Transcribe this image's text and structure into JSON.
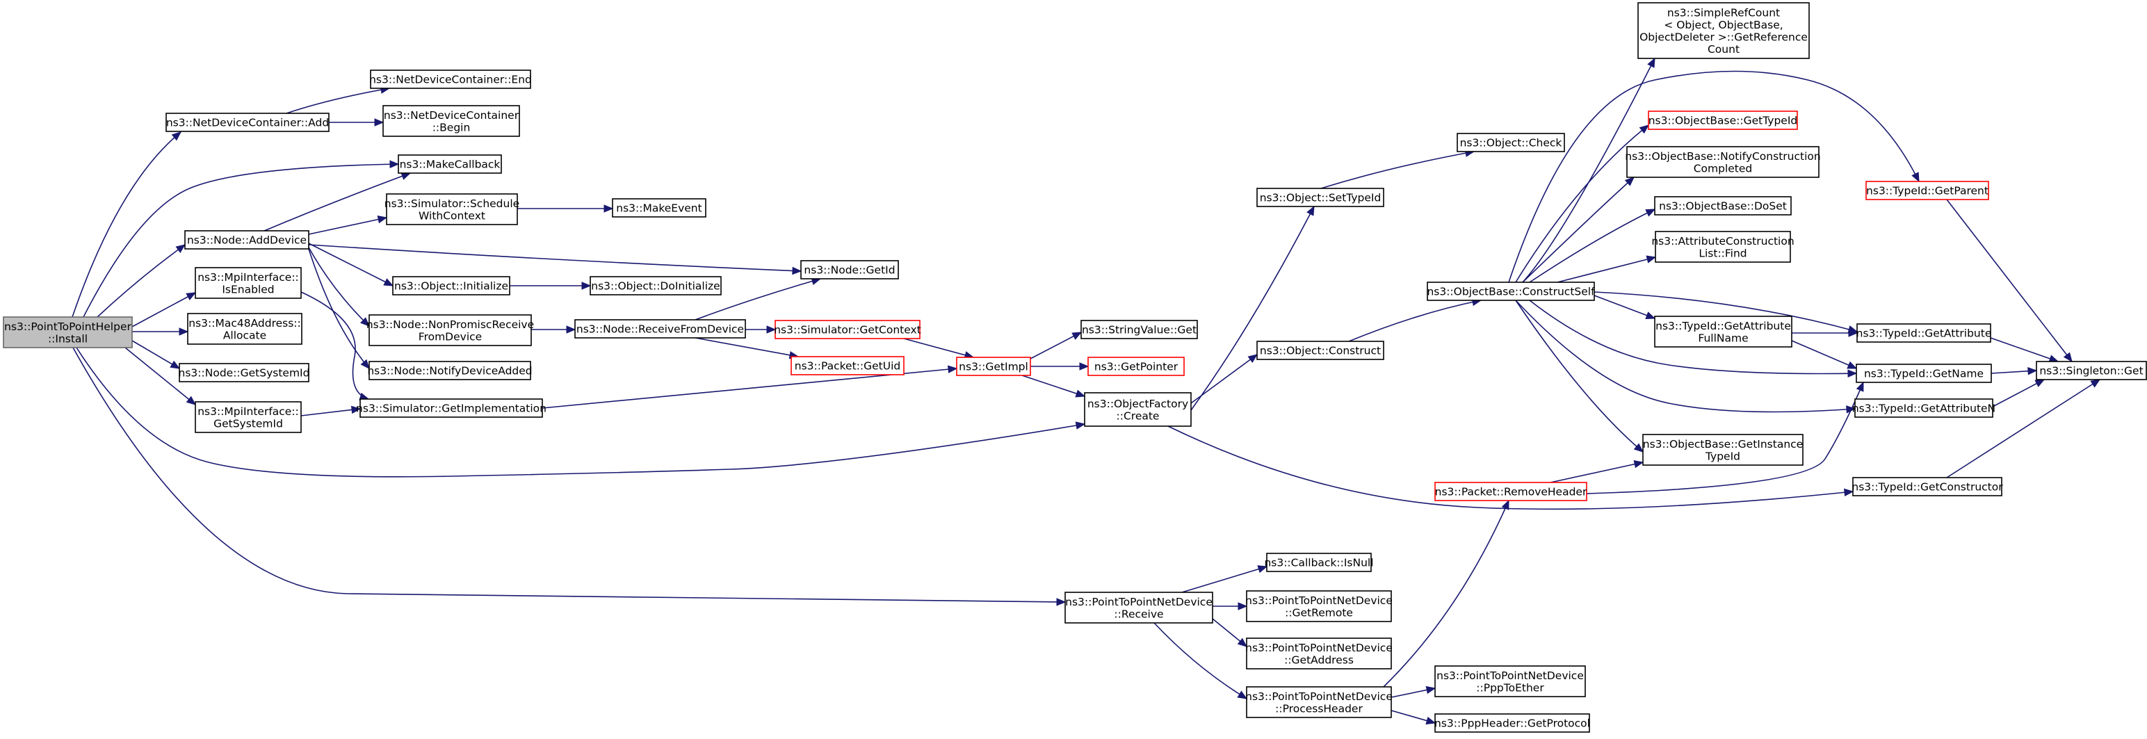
{
  "colors": {
    "edge": "#191970",
    "root_fill": "#bfbfbf",
    "red_border": "#ff0000",
    "node_border": "#000000"
  },
  "nodes": [
    {
      "id": "install",
      "lines": [
        "ns3::PointToPointHelper",
        "::Install"
      ],
      "style": "root"
    },
    {
      "id": "ndc_add",
      "lines": [
        "ns3::NetDeviceContainer::Add"
      ]
    },
    {
      "id": "ndc_end",
      "lines": [
        "ns3::NetDeviceContainer::End"
      ]
    },
    {
      "id": "ndc_begin",
      "lines": [
        "ns3::NetDeviceContainer",
        "::Begin"
      ]
    },
    {
      "id": "makecallback",
      "lines": [
        "ns3::MakeCallback"
      ]
    },
    {
      "id": "node_adddevice",
      "lines": [
        "ns3::Node::AddDevice"
      ]
    },
    {
      "id": "sched_ctx",
      "lines": [
        "ns3::Simulator::Schedule",
        "WithContext"
      ]
    },
    {
      "id": "makeevent",
      "lines": [
        "ns3::MakeEvent"
      ]
    },
    {
      "id": "mpi_enabled",
      "lines": [
        "ns3::MpiInterface::",
        "IsEnabled"
      ]
    },
    {
      "id": "obj_init",
      "lines": [
        "ns3::Object::Initialize"
      ]
    },
    {
      "id": "obj_doinit",
      "lines": [
        "ns3::Object::DoInitialize"
      ]
    },
    {
      "id": "node_getid",
      "lines": [
        "ns3::Node::GetId"
      ]
    },
    {
      "id": "mac48",
      "lines": [
        "ns3::Mac48Address::",
        "Allocate"
      ]
    },
    {
      "id": "node_nonpromisc",
      "lines": [
        "ns3::Node::NonPromiscReceive",
        "FromDevice"
      ]
    },
    {
      "id": "node_recvfrom",
      "lines": [
        "ns3::Node::ReceiveFromDevice"
      ]
    },
    {
      "id": "sim_getctx",
      "lines": [
        "ns3::Simulator::GetContext"
      ],
      "style": "red"
    },
    {
      "id": "pkt_getuid",
      "lines": [
        "ns3::Packet::GetUid"
      ],
      "style": "red"
    },
    {
      "id": "node_getsysid",
      "lines": [
        "ns3::Node::GetSystemId"
      ]
    },
    {
      "id": "node_notify",
      "lines": [
        "ns3::Node::NotifyDeviceAdded"
      ]
    },
    {
      "id": "mpi_getsysid",
      "lines": [
        "ns3::MpiInterface::",
        "GetSystemId"
      ]
    },
    {
      "id": "sim_getimpl",
      "lines": [
        "ns3::Simulator::GetImplementation"
      ]
    },
    {
      "id": "getimpl",
      "lines": [
        "ns3::GetImpl"
      ],
      "style": "red"
    },
    {
      "id": "strval_get",
      "lines": [
        "ns3::StringValue::Get"
      ]
    },
    {
      "id": "getpointer",
      "lines": [
        "ns3::GetPointer"
      ],
      "style": "red"
    },
    {
      "id": "objfactory_create",
      "lines": [
        "ns3::ObjectFactory",
        "::Create"
      ]
    },
    {
      "id": "obj_settypeid",
      "lines": [
        "ns3::Object::SetTypeId"
      ]
    },
    {
      "id": "obj_check",
      "lines": [
        "ns3::Object::Check"
      ]
    },
    {
      "id": "obj_construct",
      "lines": [
        "ns3::Object::Construct"
      ]
    },
    {
      "id": "objbase_construct",
      "lines": [
        "ns3::ObjectBase::ConstructSelf"
      ]
    },
    {
      "id": "simplerefcount",
      "lines": [
        "ns3::SimpleRefCount",
        "< Object, ObjectBase,",
        " ObjectDeleter >::GetReference",
        "Count"
      ]
    },
    {
      "id": "objbase_gettypeid",
      "lines": [
        "ns3::ObjectBase::GetTypeId"
      ],
      "style": "red"
    },
    {
      "id": "objbase_notify",
      "lines": [
        "ns3::ObjectBase::NotifyConstruction",
        "Completed"
      ]
    },
    {
      "id": "objbase_doset",
      "lines": [
        "ns3::ObjectBase::DoSet"
      ]
    },
    {
      "id": "attrlist_find",
      "lines": [
        "ns3::AttributeConstruction",
        "List::Find"
      ]
    },
    {
      "id": "typeid_getparent",
      "lines": [
        "ns3::TypeId::GetParent"
      ],
      "style": "red"
    },
    {
      "id": "typeid_getattrfull",
      "lines": [
        "ns3::TypeId::GetAttribute",
        "FullName"
      ]
    },
    {
      "id": "typeid_getattr",
      "lines": [
        "ns3::TypeId::GetAttribute"
      ]
    },
    {
      "id": "typeid_getname",
      "lines": [
        "ns3::TypeId::GetName"
      ]
    },
    {
      "id": "singleton_get",
      "lines": [
        "ns3::Singleton::Get"
      ]
    },
    {
      "id": "typeid_getattrn",
      "lines": [
        "ns3::TypeId::GetAttributeN"
      ]
    },
    {
      "id": "objbase_getinst",
      "lines": [
        "ns3::ObjectBase::GetInstance",
        "TypeId"
      ]
    },
    {
      "id": "pkt_removeheader",
      "lines": [
        "ns3::Packet::RemoveHeader"
      ],
      "style": "red"
    },
    {
      "id": "typeid_getctor",
      "lines": [
        "ns3::TypeId::GetConstructor"
      ]
    },
    {
      "id": "cb_isnull",
      "lines": [
        "ns3::Callback::IsNull"
      ]
    },
    {
      "id": "p2p_receive",
      "lines": [
        "ns3::PointToPointNetDevice",
        "::Receive"
      ]
    },
    {
      "id": "p2p_getremote",
      "lines": [
        "ns3::PointToPointNetDevice",
        "::GetRemote"
      ]
    },
    {
      "id": "p2p_getaddr",
      "lines": [
        "ns3::PointToPointNetDevice",
        "::GetAddress"
      ]
    },
    {
      "id": "p2p_procheader",
      "lines": [
        "ns3::PointToPointNetDevice",
        "::ProcessHeader"
      ]
    },
    {
      "id": "p2p_ppptoether",
      "lines": [
        "ns3::PointToPointNetDevice",
        "::PppToEther"
      ]
    },
    {
      "id": "ppp_getproto",
      "lines": [
        "ns3::PppHeader::GetProtocol"
      ]
    }
  ]
}
